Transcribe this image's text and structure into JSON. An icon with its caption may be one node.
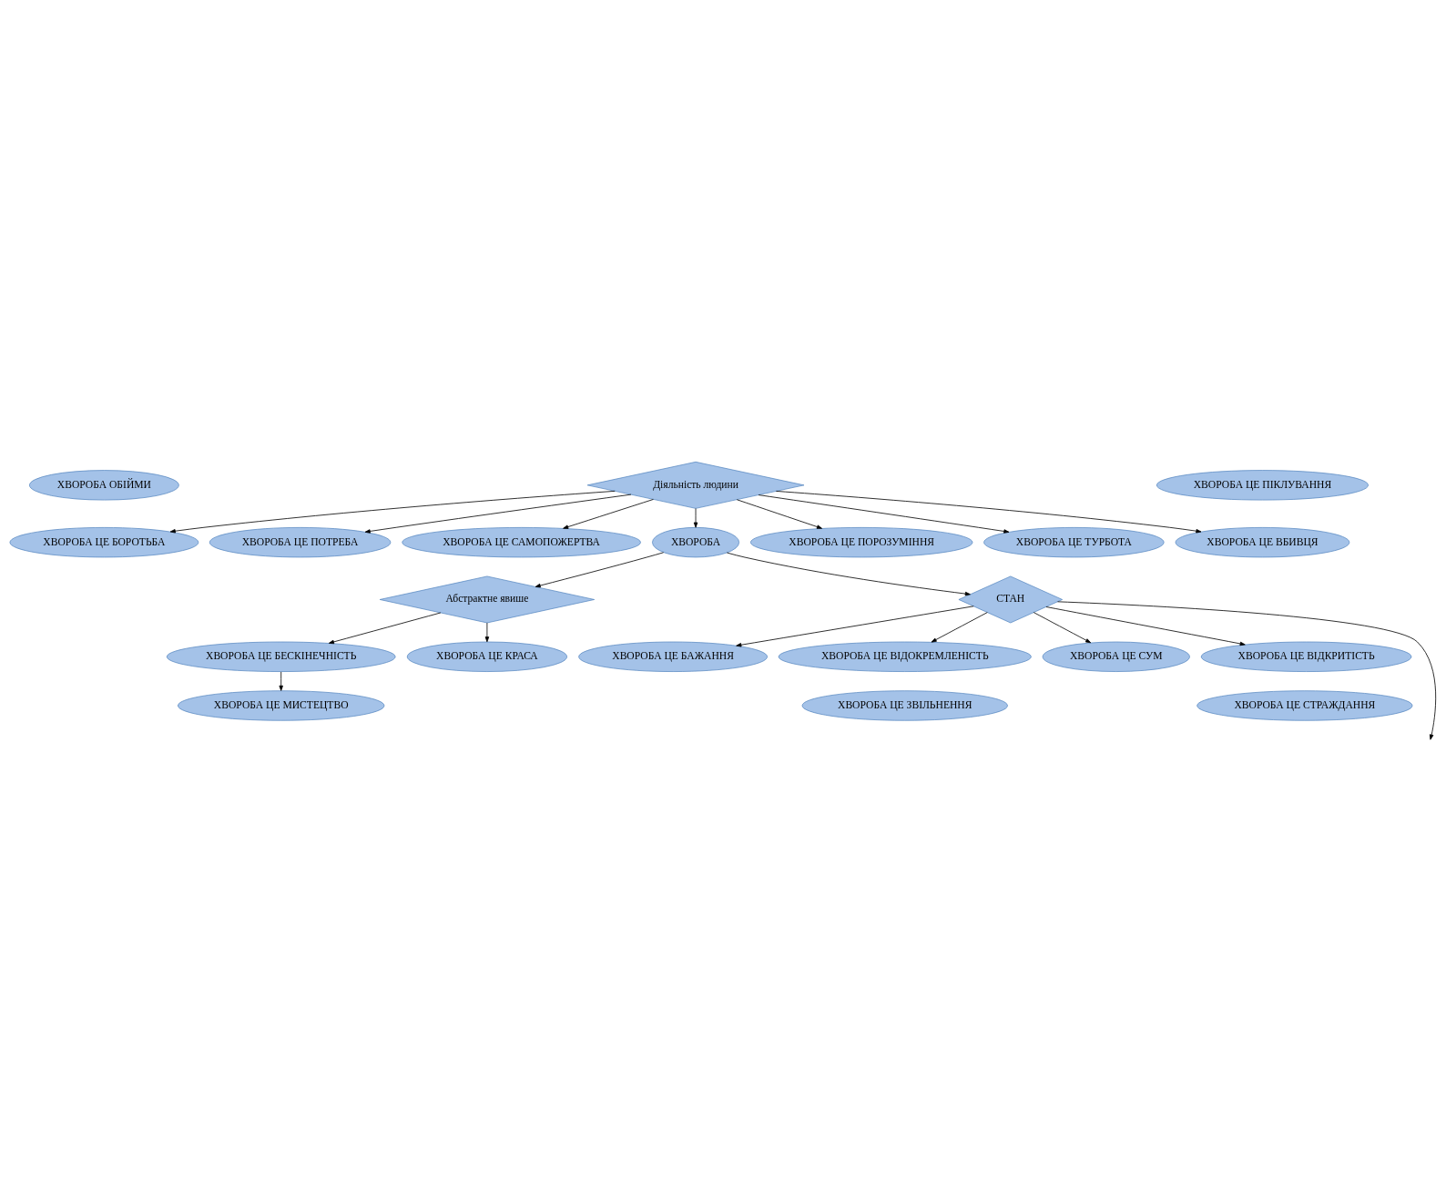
{
  "diagram": {
    "nodes": [
      {
        "text": [
          "ХВОРОБА ОБІЙМИ"
        ]
      },
      {
        "text": [
          "ХВОРОБА ЦЕ ПОТРЕБА"
        ]
      },
      {
        "text": [
          "ХВОРОБА ЦЕ САМОПОЖЕРТВА"
        ]
      },
      {
        "text": [
          "ХВОРОБА ЦЕ ПІКЛУВАННЯ"
        ]
      },
      {
        "text": [
          "ХВОРОБА ЦЕ БОРОТЬБА"
        ]
      },
      {
        "text": [
          "Діяльність людини"
        ]
      },
      {
        "text": [
          "ХВОРОБА ЦЕ ВБИВЦЯ"
        ]
      },
      {
        "text": [
          "Абстрактне явише"
        ]
      },
      {
        "text": [
          "ХВОРОБА"
        ]
      },
      {
        "text": [
          "ХВОРОБА ЦЕ ПОРОЗУМІННЯ"
        ]
      },
      {
        "text": [
          "ХВОРОБА ЦЕ БЕСКІНЕЧНІСТЬ"
        ]
      },
      {
        "text": [
          "ХВОРОБА ЦЕ КРАСА"
        ]
      },
      {
        "text": [
          "ХВОРОБА ЦЕ ТУРБОТА"
        ]
      },
      {
        "text": [
          "ХВОРОБА ЦЕ МИСТЕЦТВО"
        ]
      },
      {
        "text": [
          "СТАН"
        ]
      },
      {
        "text": [
          "ХВОРОБА ЦЕ БАЖАННЯ"
        ]
      },
      {
        "text": [
          "ХВОРОБА ЦЕ ВІДОКРЕМЛЕНІСТЬ"
        ]
      },
      {
        "text": [
          "ХВОРОБА ЦЕ СУМ"
        ]
      },
      {
        "text": [
          "ХВОРОБА ЦЕ ЗВІЛЬНЕННЯ"
        ]
      },
      {
        "text": [
          "ХВОРОБА ЦЕ ВІДКРИТІСТЬ"
        ]
      },
      {
        "text": [
          "ХВОРОБА ЦЕ СТРАЖДАННЯ"
        ]
      }
    ],
    "edges": [
      {
        "from": 5,
        "to": 1,
        "arrow": "to"
      },
      {
        "from": 5,
        "to": 2,
        "arrow": "to"
      },
      {
        "from": 5,
        "to": 4,
        "arrow": "to"
      },
      {
        "from": 5,
        "to": 6,
        "arrow": "to"
      },
      {
        "from": 5,
        "to": 9,
        "arrow": "to"
      },
      {
        "from": 5,
        "to": 12,
        "arrow": "to"
      },
      {
        "from": 5,
        "to": 8,
        "arrow": "to"
      },
      {
        "from": 8,
        "to": 7,
        "arrow": "to"
      },
      {
        "from": 7,
        "to": 10,
        "arrow": "to"
      },
      {
        "from": 7,
        "to": 11,
        "arrow": "to"
      },
      {
        "from": 10,
        "to": 13,
        "arrow": "to"
      },
      {
        "from": 8,
        "to": 14,
        "arrow": "to"
      },
      {
        "from": 14,
        "to": 15,
        "arrow": "to"
      },
      {
        "from": 14,
        "to": 17,
        "arrow": "to"
      },
      {
        "from": 14,
        "to": 19,
        "arrow": "to"
      },
      {
        "from": 14,
        "to": 16,
        "arrow": "to"
      },
      {
        "from": 14,
        "to": null,
        "arrow": "to"
      }
    ]
  }
}
